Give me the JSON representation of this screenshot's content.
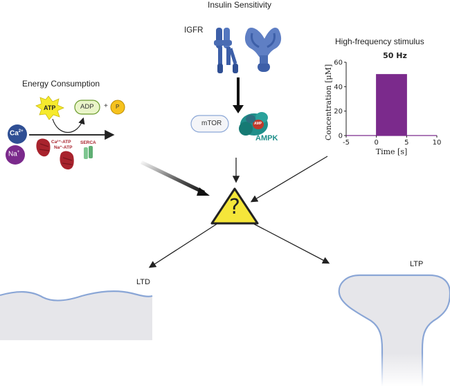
{
  "titles": {
    "insulin": "Insulin Sensitivity",
    "energy": "Energy Consumption",
    "stimulus": "High-frequency stimulus"
  },
  "labels": {
    "igfr": "IGFR",
    "mtor": "mTOR",
    "ampk": "AMPK",
    "ampk_inner": "AMP",
    "atp": "ATP",
    "adp": "ADP",
    "plus": "+",
    "p": "P",
    "ca": "Ca",
    "ca_sup": "2+",
    "na": "Na",
    "na_sup": "+",
    "ca_atp": "Ca²⁺-ATP",
    "na_atp": "Na⁺-ATP",
    "serca": "SERCA",
    "question": "?",
    "ltd": "LTD",
    "ltp": "LTP"
  },
  "colors": {
    "receptor": "#3d5fa8",
    "purple": "#7b2a8c",
    "teal": "#1f8f8a",
    "atp_yellow": "#f6ea2d",
    "warning_yellow": "#f5e63a",
    "red_pump": "#a8232d",
    "serca_green": "#7fc691",
    "membrane": "#8aa6d6",
    "cell_fill": "#e6e6ea"
  },
  "chart_data": {
    "type": "area",
    "title": "50 Hz",
    "xlabel": "Time [s]",
    "ylabel": "Concentration [μM]",
    "xlim": [
      -5,
      10
    ],
    "ylim": [
      0,
      60
    ],
    "xticks": [
      -5,
      0,
      5,
      10
    ],
    "yticks": [
      0,
      20,
      40,
      60
    ],
    "series": [
      {
        "x": [
          -5,
          0,
          0,
          5,
          5,
          10
        ],
        "y": [
          0,
          0,
          50,
          50,
          0,
          0
        ]
      }
    ],
    "grid": false
  }
}
